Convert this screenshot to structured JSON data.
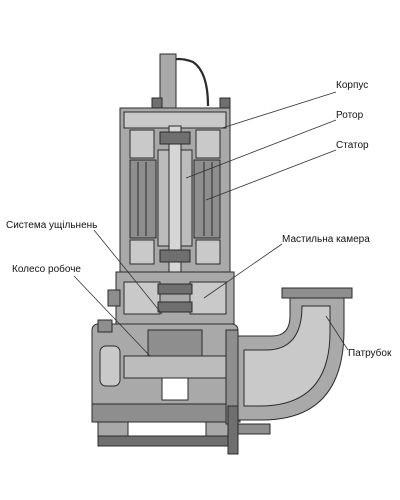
{
  "colors": {
    "body_fill": "#a9a9a9",
    "dark_fill": "#6f6f6f",
    "light_fill": "#c9c9c9",
    "white_fill": "#ffffff",
    "outline": "#2b2b2b",
    "leader": "#333333",
    "text": "#111111"
  },
  "labels": {
    "korpus": "Корпус",
    "rotor": "Ротор",
    "stator": "Статор",
    "seal_system": "Система ущільнень",
    "oil_chamber": "Мастильна камера",
    "impeller": "Колесо робоче",
    "outlet": "Патрубок"
  }
}
